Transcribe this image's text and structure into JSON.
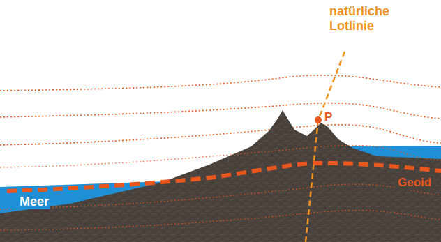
{
  "diagram": {
    "labels": [
      "natürliche Lotlinie",
      "P",
      "Meer",
      "Geoid"
    ]
  }
}
